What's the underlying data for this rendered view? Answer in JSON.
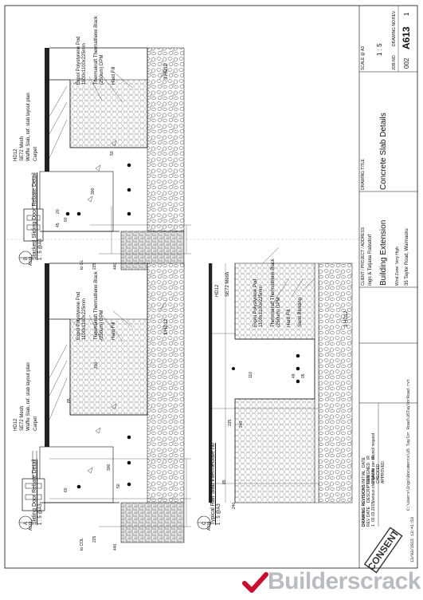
{
  "detail_a": {
    "title": "Sliding Door Rebate Detail",
    "scale": "1 : 5 @A3",
    "ref_top": "A",
    "ref_bottom": "A110",
    "labels": [
      "HD12",
      "SE72 Mesh",
      "Waffle Slab, ref. slab layout plan",
      "Carpet",
      "Expol Polystyrene Pod",
      "1100x1100x225mm",
      "Thermakraft Thermathene Black",
      "(250um) DPM",
      "Hard Fill",
      "3 HD12"
    ],
    "dims": [
      "300",
      "85",
      "50",
      "60",
      "310",
      "225",
      "440",
      "to COL"
    ]
  },
  "detail_b": {
    "title": "Stacked Sliding Door Rebate Detail",
    "scale": "1 : 5 @A3",
    "ref_top": "B",
    "ref_bottom": "A110",
    "labels": [
      "HD12",
      "SE72 Mesh",
      "Waffle Slab, ref. slab layout plan",
      "Carpet",
      "Expol Polystyrene Pod",
      "1100x1100x225mm",
      "Thermakraft Thermathene Black",
      "(250um) DPM",
      "Hard Fill",
      "3 HD12"
    ],
    "dims": [
      "300",
      "50",
      "60",
      "45",
      "20",
      "225",
      "440",
      "to GL"
    ]
  },
  "detail_c": {
    "title": "Typical Raft Slab intermediate rib",
    "scale": "1 : 5 @A3",
    "ref_top": "C",
    "ref_bottom": "A110",
    "labels": [
      "HD12",
      "SE72 Mesh",
      "Expol Polystyrene Pod",
      "1100x1100x225mm",
      "Thermakraft Thermathene Black",
      "(250um) DPM",
      "Hard Fill",
      "Sand Blinding",
      "3 HD12"
    ],
    "dims": [
      "110",
      "49",
      "05",
      "85",
      "240",
      "225",
      "240"
    ]
  },
  "title_block": {
    "drawing_revisions_label": "DRAWING REVISIONS",
    "rev_headers": [
      "REV",
      "DATE",
      "DESCRIPTION"
    ],
    "rev_row": [
      "1",
      "03.03.2015",
      "Various changes as per council request"
    ],
    "initial_label": "INITIAL",
    "date_label": "DATE",
    "roles": [
      "DESIGNED",
      "DRAWN",
      "CHECKED",
      "APPROVED"
    ],
    "role_initials": [
      "IR",
      "IR",
      "",
      ""
    ],
    "client_label": "CLIENT / PROJECT / ADDRESS",
    "client": "Ingo & Tatjana Rabsdorf",
    "project": "Building Extension",
    "address_small": "Wind Zone: Very High",
    "address": "35 Taylor Road, Waimauku",
    "drawing_title_label": "DRAWING TITLE",
    "drawing_title": "Concrete Slab Details",
    "scale_label": "SCALE @ A3",
    "scale_value": "1 : 5",
    "job_label": "JOB NO.",
    "drawing_no_label": "DRAWING NO.",
    "rev_label": "REV.",
    "job_no": "002",
    "drawing_no": "A613",
    "rev_no": "1"
  },
  "file_path": "C:\\Users\\Ingo\\Documents\\35 Taylor Road\\35TaylorRoad.rvt",
  "print_stamp": "13/03/2015 13:41:53",
  "stamp_text": "CONSENT",
  "watermark": "Builderscrack",
  "colors": {
    "line": "#111111",
    "light": "#777777",
    "logo_red": "#c8102e",
    "logo_gray": "#b9bcc0"
  }
}
